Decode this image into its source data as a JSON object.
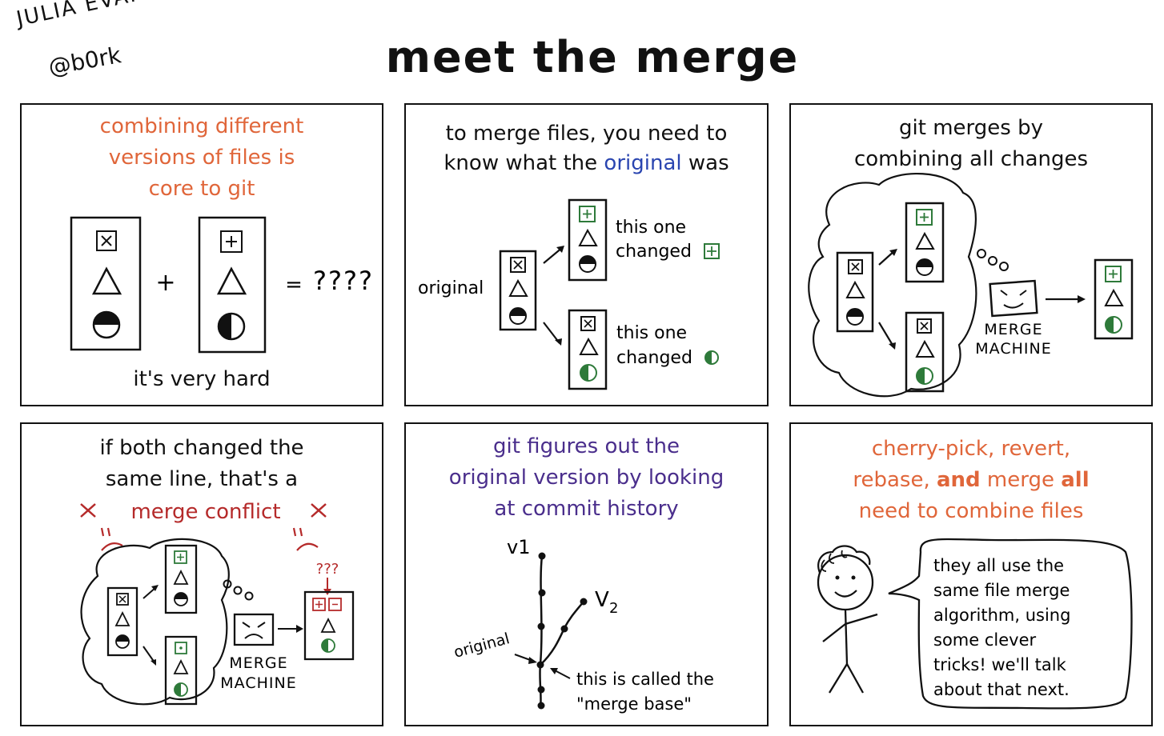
{
  "author": {
    "name": "JULIA EVANS",
    "handle": "@b0rk"
  },
  "title": "meet the merge",
  "panels": [
    {
      "heading": [
        "combining different",
        "versions of files is",
        "core to git"
      ],
      "plus": "+",
      "equals": "=",
      "question": "????",
      "caption": "it's very hard"
    },
    {
      "heading_before": "to merge files, you need to",
      "heading_line2_a": "know what the ",
      "heading_line2_b": "original",
      "heading_line2_c": " was",
      "original_label": "original",
      "top_note": [
        "this one",
        "changed"
      ],
      "bottom_note": [
        "this one",
        "changed"
      ]
    },
    {
      "heading": [
        "git merges by",
        "combining all changes"
      ],
      "machine_label": [
        "MERGE",
        "MACHINE"
      ]
    },
    {
      "heading": [
        "if both changed the",
        "same line, that's a"
      ],
      "conflict": "merge conflict",
      "question": "???",
      "machine_label": [
        "MERGE",
        "MACHINE"
      ]
    },
    {
      "heading": [
        "git figures out the",
        "original version by looking",
        "at commit history"
      ],
      "v1": "v1",
      "v2": "V",
      "v2_sub": "2",
      "original_label": "original",
      "note": [
        "this is called the",
        "\"merge base\""
      ]
    },
    {
      "heading_line1": [
        "cherry-pick, revert,"
      ],
      "heading_line2_a": "rebase, ",
      "heading_line2_b": "and",
      "heading_line2_c": " merge ",
      "heading_line2_d": "all",
      "heading_line3": "need to combine files",
      "bubble": [
        "they all use the",
        "same file merge",
        "algorithm, using",
        "some clever",
        "tricks! we'll talk",
        "about that next."
      ]
    }
  ],
  "colors": {
    "orange": "#e0663a",
    "blue": "#2a45b0",
    "purple": "#4a2e8c",
    "red": "#b52a2a",
    "green": "#2e7a3a"
  }
}
